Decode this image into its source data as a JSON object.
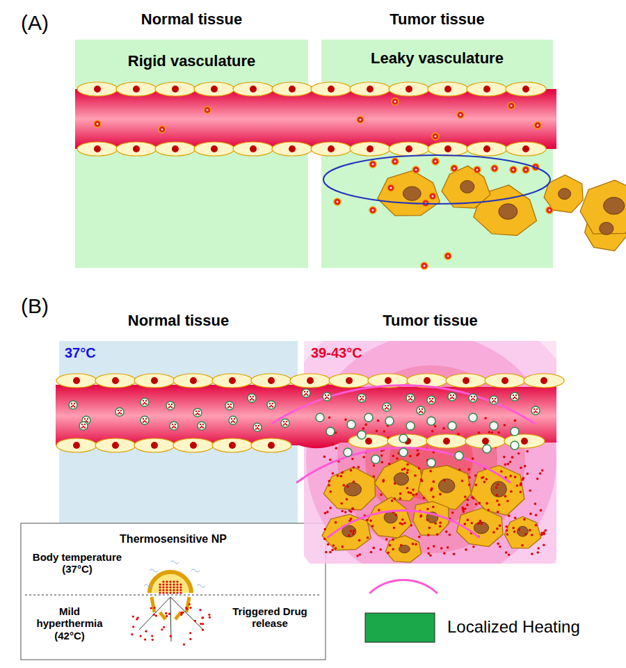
{
  "diagram": {
    "nodes": [
      {
        "text": [
          "Normal tissue",
          "Rigid vasculature"
        ]
      },
      {
        "text": [
          "Tumor tissue",
          "Leaky vasculature"
        ]
      },
      {
        "text": [
          "Normal tissue",
          "37°C"
        ]
      },
      {
        "text": [
          "Tumor tissue",
          "39-43°C"
        ]
      },
      {
        "text": [
          "Thermosensitive NP",
          "Body temperature (37°C)",
          "Mild hyperthermia (42°C)",
          "Triggered Drug release"
        ]
      },
      {
        "text": [
          "Localized Heating"
        ]
      }
    ],
    "labels": [
      "(A)",
      "(B)"
    ]
  }
}
